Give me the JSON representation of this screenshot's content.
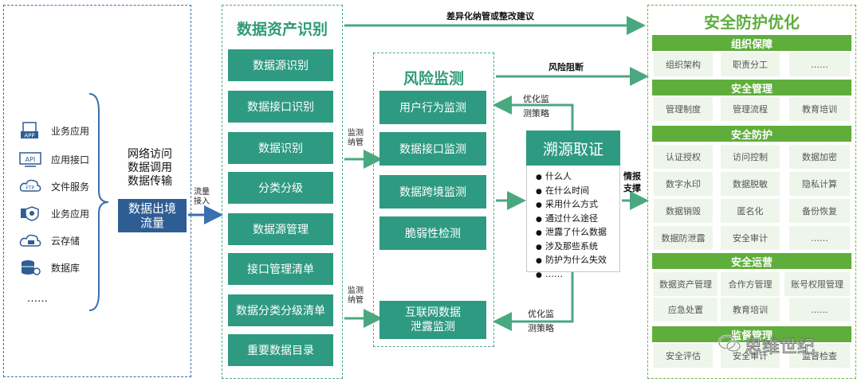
{
  "sources": {
    "items": [
      {
        "label": "业务应用",
        "icon": "app-icon"
      },
      {
        "label": "应用接口",
        "icon": "api-icon"
      },
      {
        "label": "文件服务",
        "icon": "cloud-ftp-icon"
      },
      {
        "label": "业务应用",
        "icon": "shield-app-icon"
      },
      {
        "label": "云存储",
        "icon": "cloud-storage-icon"
      },
      {
        "label": "数据库",
        "icon": "database-icon"
      }
    ],
    "ellipsis": "……",
    "flow_text": [
      "网络访问",
      "数据调用",
      "数据传输"
    ],
    "outbound_box": [
      "数据出境",
      "流量"
    ],
    "icon_text_app": "APP",
    "icon_text_api": "API",
    "icon_text_ftp": "FTP"
  },
  "labels": {
    "traffic_in": [
      "流量",
      "接入"
    ],
    "monitor_manage_1": [
      "监测",
      "纳管"
    ],
    "monitor_manage_2": [
      "监测",
      "纳管"
    ],
    "diff_manage": "差异化纳管或整改建议",
    "risk_block": "风险阻断",
    "optimize_top": [
      "优化监",
      "测策略"
    ],
    "optimize_bottom": [
      "优化监",
      "测策略"
    ],
    "intel_support": [
      "情报",
      "支撑"
    ]
  },
  "asset": {
    "title": "数据资产识别",
    "items": [
      "数据源识别",
      "数据接口识别",
      "数据识别",
      "分类分级",
      "数据源管理",
      "接口管理清单",
      "数据分类分级清单",
      "重要数据目录"
    ]
  },
  "risk": {
    "title": "风险监测",
    "items": [
      "用户行为监测",
      "数据接口监测",
      "数据跨境监测",
      "脆弱性检测"
    ],
    "bottom_item": [
      "互联网数据",
      "泄露监测"
    ]
  },
  "trace": {
    "title": "溯源取证",
    "items": [
      "什么人",
      "在什么时间",
      "采用什么方式",
      "通过什么途径",
      "泄露了什么数据",
      "涉及那些系统",
      "防护为什么失效",
      "……"
    ]
  },
  "optimize": {
    "title": "安全防护优化",
    "sections": [
      {
        "header": "组织保障",
        "rows": [
          [
            "组织架构",
            "职责分工",
            "……"
          ]
        ]
      },
      {
        "header": "安全管理",
        "rows": [
          [
            "管理制度",
            "管理流程",
            "教育培训"
          ]
        ]
      },
      {
        "header": "安全防护",
        "rows": [
          [
            "认证授权",
            "访问控制",
            "数据加密"
          ],
          [
            "数字水印",
            "数据脱敏",
            "隐私计算"
          ],
          [
            "数据销毁",
            "匿名化",
            "备份恢复"
          ],
          [
            "数据防泄露",
            "安全审计",
            "……"
          ]
        ]
      },
      {
        "header": "安全运营",
        "rows": [
          [
            "数据资产管理",
            "合作方管理",
            "账号权限管理"
          ],
          [
            "应急处置",
            "教育培训",
            "……"
          ]
        ]
      },
      {
        "header": "监督管理",
        "rows": [
          [
            "安全评估",
            "安全审计",
            "监督检查"
          ]
        ]
      }
    ]
  },
  "watermark": "思维世纪",
  "colors": {
    "blue": "#2e5d94",
    "teal": "#2e9a82",
    "green": "#5fae3c",
    "cell": "#eef5ea"
  }
}
